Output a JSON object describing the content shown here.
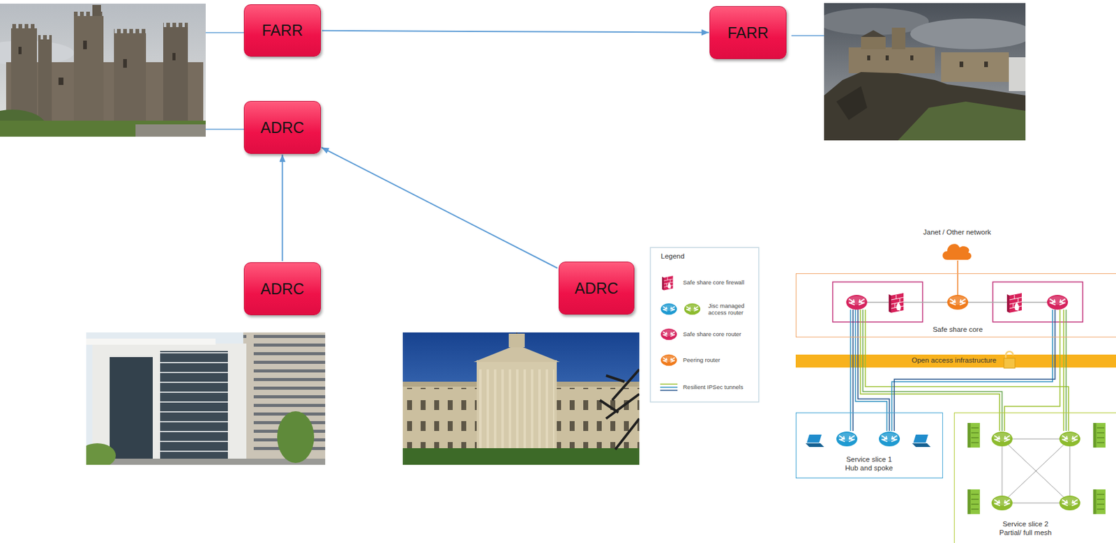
{
  "diagram": {
    "nodes": [
      {
        "text": [
          "FARR"
        ]
      },
      {
        "text": [
          "FARR"
        ]
      },
      {
        "text": [
          "ADRC"
        ]
      },
      {
        "text": [
          "ADRC"
        ]
      },
      {
        "text": [
          "ADRC"
        ]
      },
      {
        "text": [
          "Safe share core"
        ]
      },
      {
        "text": [
          "Open access infrastructure"
        ]
      },
      {
        "text": [
          "Service slice 1 Hub and spoke"
        ]
      },
      {
        "text": [
          "Service slice 2 Partial/ full mesh"
        ]
      }
    ],
    "edges": [
      {
        "from": 0,
        "to": 1,
        "arrow": "to"
      },
      {
        "from": 3,
        "to": 2,
        "arrow": "to"
      },
      {
        "from": 4,
        "to": 2,
        "arrow": "to"
      }
    ],
    "labels": [
      "Janet / Other network",
      "Legend"
    ],
    "legend": [
      {
        "text": "Safe share core firewall"
      },
      {
        "text": "Jisc managed access router"
      },
      {
        "text": "Safe share core router"
      },
      {
        "text": "Peering router"
      },
      {
        "text": "Resilient IPSec tunnels"
      }
    ]
  }
}
